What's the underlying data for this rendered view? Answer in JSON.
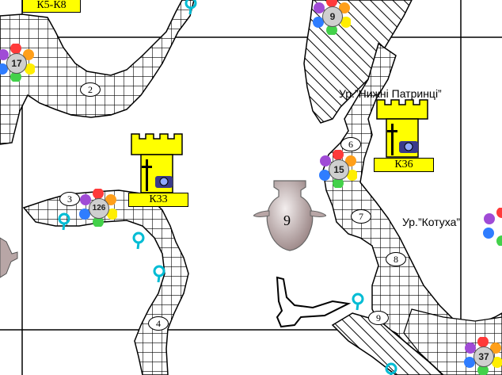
{
  "tracts": [
    {
      "id": "nyzhni-patrynci",
      "label": "Ур.”Нижні Патринці”"
    },
    {
      "id": "kotukha",
      "label": "Ур.”Котуха”"
    }
  ],
  "castles": [
    {
      "id": "k5-k8",
      "label": "К5-К8"
    },
    {
      "id": "k33",
      "label": "К33"
    },
    {
      "id": "k36",
      "label": "К36"
    }
  ],
  "site_counts": [
    {
      "id": "count-9-top",
      "value": "9"
    },
    {
      "id": "count-17",
      "value": "17"
    },
    {
      "id": "count-126",
      "value": "126"
    },
    {
      "id": "count-15",
      "value": "15"
    },
    {
      "id": "count-37",
      "value": "37"
    }
  ],
  "vessel": {
    "value": "9"
  },
  "route_points": [
    "2",
    "3",
    "4",
    "6",
    "7",
    "8",
    "9"
  ],
  "colors": {
    "castle_fill": "#ffff00",
    "pin": "#00bcd4",
    "vessel": "#b8a6a6",
    "petal_red": "#ff3a3a",
    "petal_orange": "#ff9f1a",
    "petal_yellow": "#ffee00",
    "petal_green": "#43d14a",
    "petal_blue": "#2f7dff",
    "petal_purple": "#a04bd6"
  },
  "icons": [
    "castle-icon",
    "camera-icon",
    "location-pin-icon",
    "vessel-icon",
    "flower-marker-icon"
  ]
}
